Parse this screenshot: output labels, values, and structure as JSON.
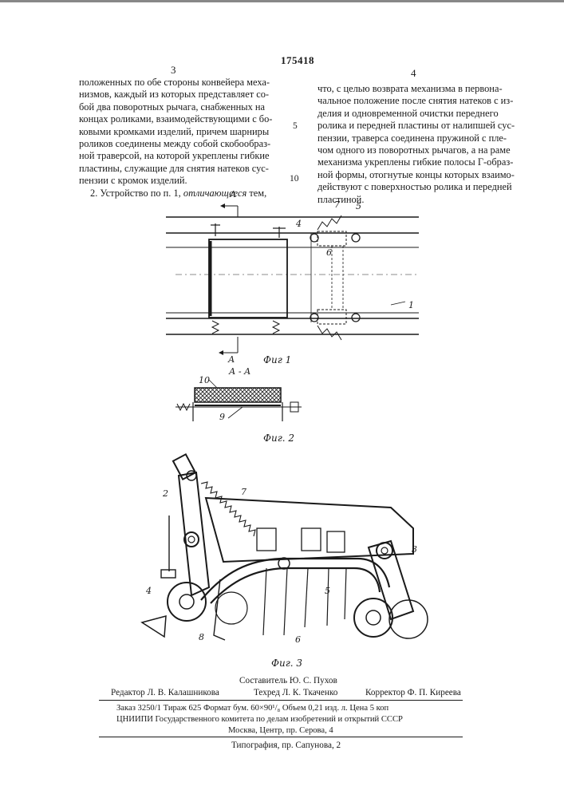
{
  "header": {
    "col_left_no": "3",
    "patent_number": "175418",
    "col_right_no": "4"
  },
  "text": {
    "left_col": [
      "положенных по обе стороны конвейера меха-",
      "низмов, каждый из которых представляет со-",
      "бой два поворотных рычага, снабженных на",
      "концах роликами, взаимодействующими с бо-",
      "ковыми кромками изделий, причем шарниры",
      "роликов соединены между собой скобообраз-",
      "ной траверсой, на которой укреплены гибкие",
      "пластины, служащие для снятия натеков сус-",
      "пензии с кромок изделий."
    ],
    "claim2_num": "2. Устройство по п. 1,",
    "claim2_emph": "отличающееся",
    "claim2_tail": "тем,",
    "right_col": [
      "что, с целью возврата механизма в первона-",
      "чальное положение после снятия натеков с из-",
      "делия и одновременной очистки переднего",
      "ролика и передней пластины от налипшей сус-",
      "пензии, траверса соединена пружиной с пле-",
      "чом одного из поворотных рычагов, а на раме",
      "механизма укреплены гибкие полосы Г-образ-",
      "ной формы, отогнутые концы которых взаимо-",
      "действуют с поверхностью ролика и передней",
      "пластиной."
    ],
    "line_numbers": [
      "5",
      "10"
    ]
  },
  "figures": {
    "fig1_caption": "Фиг 1",
    "fig2_caption": "Фиг. 2",
    "fig3_caption": "Фиг. 3",
    "section_mark": "А",
    "section_title": "А - А",
    "fig1_labels": [
      "7",
      "5",
      "4",
      "6",
      "1"
    ],
    "fig2_labels": [
      "10",
      "9"
    ],
    "fig3_labels": [
      "2",
      "7",
      "3",
      "4",
      "5",
      "8",
      "6"
    ]
  },
  "imprint": {
    "compiler": "Составитель Ю. С. Пухов",
    "editor": "Редактор Л. В. Калашникова",
    "techred": "Техред Л. К. Ткаченко",
    "corrector": "Корректор Ф. П. Киреева",
    "order": "Заказ 3250/1 Тираж 625 Формат бум. 60×90¹/₈ Объем 0,21 изд. л. Цена 5 коп",
    "org": "ЦНИИПИ Государственного комитета по делам изобретений и открытий СССР",
    "address": "Москва, Центр, пр. Серова, 4",
    "printer": "Типография, пр. Сапунова, 2"
  }
}
